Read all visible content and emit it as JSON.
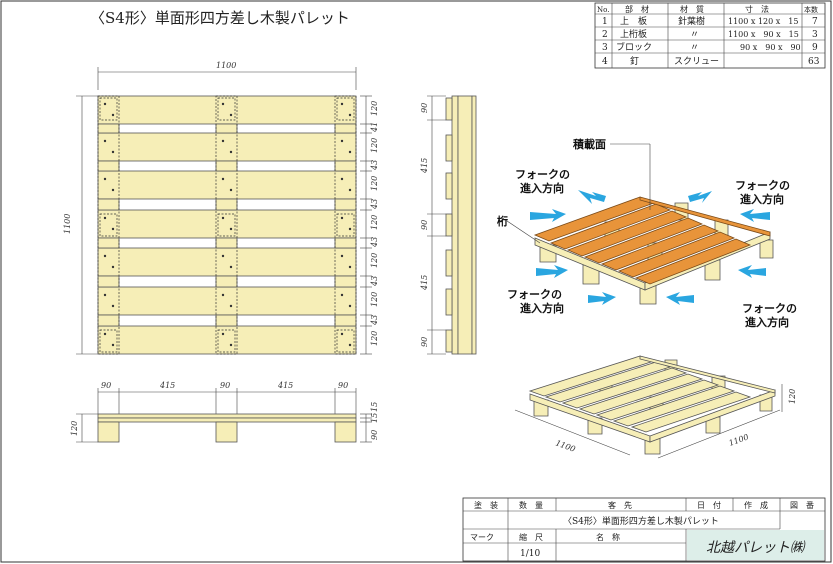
{
  "title": "〈S4形〉単面形四方差し木製パレット",
  "parts_table": {
    "headers": [
      "No.",
      "部　材",
      "材　質",
      "寸　法",
      "本数"
    ],
    "rows": [
      [
        "1",
        "上　板",
        "針葉樹",
        "1100 x 120 x　15",
        "7"
      ],
      [
        "2",
        "上桁板",
        "〃",
        "1100 x　90 x　15",
        "3"
      ],
      [
        "3",
        "ブロック",
        "〃",
        "90 x　90 x　90",
        "9"
      ],
      [
        "4",
        "釘",
        "スクリュー",
        "",
        "63"
      ]
    ]
  },
  "dims": {
    "top_width": "1100",
    "left_height": "1100",
    "board": "120",
    "gap": "43",
    "gap_first": "41",
    "block": "90",
    "span": "415",
    "deck": "15",
    "height_total": "120",
    "iso_w": "1100",
    "iso_d": "1100",
    "iso_h": "120"
  },
  "labels": {
    "deck_surface": "積載面",
    "stringer": "桁",
    "fork_line1": "フォークの",
    "fork_line2": "進入方向"
  },
  "colors": {
    "wood": "#f6eeb7",
    "wood_top": "#e8943a",
    "arrow": "#2aa6e0"
  },
  "title_block": {
    "h_paint": "塗　装",
    "h_qty": "数　量",
    "h_customer": "客　先",
    "h_date": "日　付",
    "h_author": "作　成",
    "h_drawing_no": "図　番",
    "product_name": "〈S4形〉単面形四方差し木製パレット",
    "h_mark": "マーク",
    "h_scale": "縮　尺",
    "h_name": "名　称",
    "scale": "1/10",
    "company": "北越パレット㈱"
  }
}
